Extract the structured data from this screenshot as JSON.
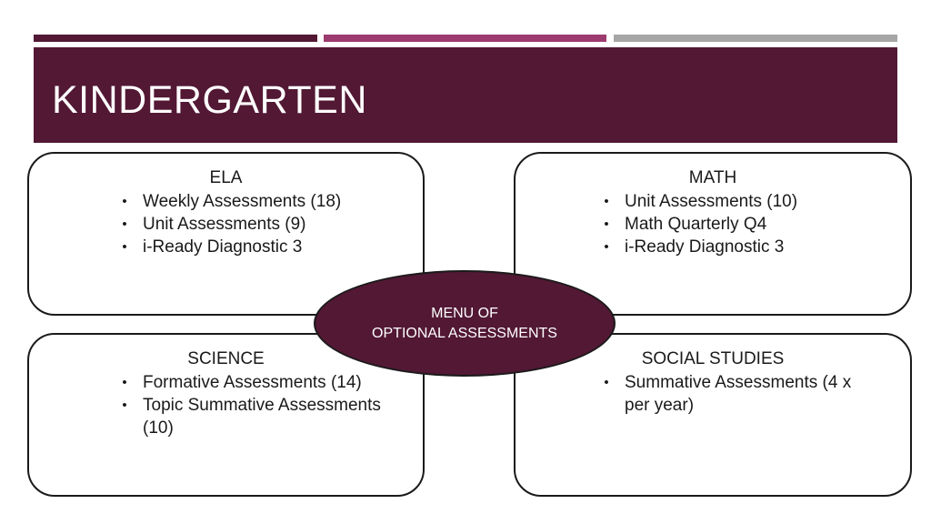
{
  "slide": {
    "title": "KINDERGARTEN",
    "colors": {
      "banner": "#521834",
      "accent_mid": "#9c3b6f",
      "accent_gray": "#a6a6a6"
    }
  },
  "center": {
    "line1": "MENU OF",
    "line2": "OPTIONAL ASSESSMENTS"
  },
  "ela": {
    "title": "ELA",
    "items": [
      "Weekly Assessments (18)",
      "Unit Assessments (9)",
      "i-Ready Diagnostic 3"
    ]
  },
  "math": {
    "title": "MATH",
    "items": [
      "Unit Assessments (10)",
      "Math Quarterly Q4",
      "i-Ready Diagnostic 3"
    ]
  },
  "science": {
    "title": "SCIENCE",
    "items": [
      "Formative Assessments (14)",
      "Topic Summative Assessments (10)"
    ]
  },
  "social_studies": {
    "title": "SOCIAL STUDIES",
    "items": [
      "Summative Assessments (4 x per year)"
    ]
  },
  "bullet_glyph": "•"
}
